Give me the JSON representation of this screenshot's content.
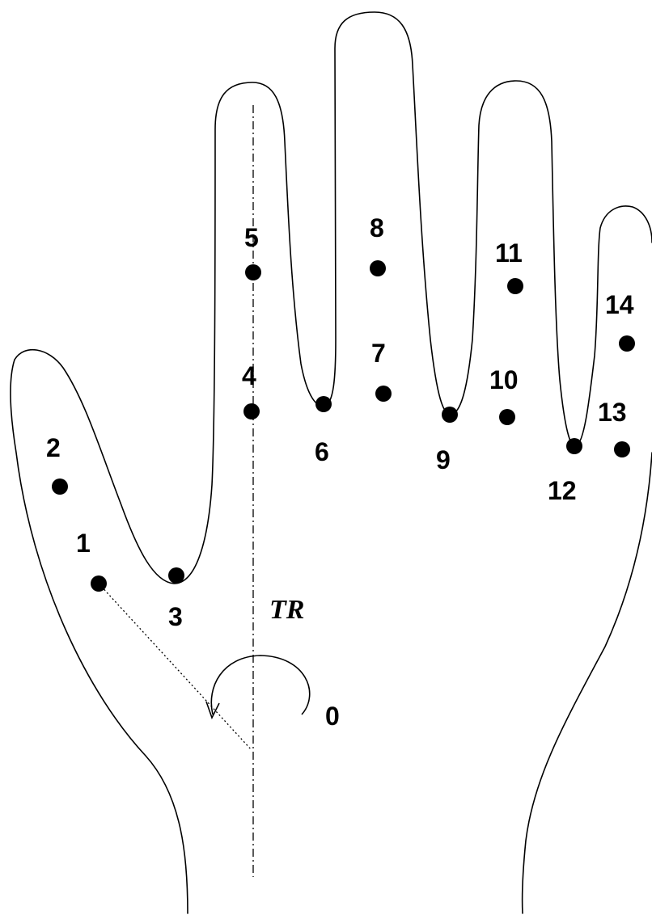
{
  "diagram": {
    "axis_label": "TR",
    "landmarks": [
      {
        "id": "0",
        "label": "0"
      },
      {
        "id": "1",
        "label": "1"
      },
      {
        "id": "2",
        "label": "2"
      },
      {
        "id": "3",
        "label": "3"
      },
      {
        "id": "4",
        "label": "4"
      },
      {
        "id": "5",
        "label": "5"
      },
      {
        "id": "6",
        "label": "6"
      },
      {
        "id": "7",
        "label": "7"
      },
      {
        "id": "8",
        "label": "8"
      },
      {
        "id": "9",
        "label": "9"
      },
      {
        "id": "10",
        "label": "10"
      },
      {
        "id": "11",
        "label": "11"
      },
      {
        "id": "12",
        "label": "12"
      },
      {
        "id": "13",
        "label": "13"
      },
      {
        "id": "14",
        "label": "14"
      }
    ],
    "colors": {
      "ink": "#000000",
      "background": "#ffffff"
    }
  }
}
